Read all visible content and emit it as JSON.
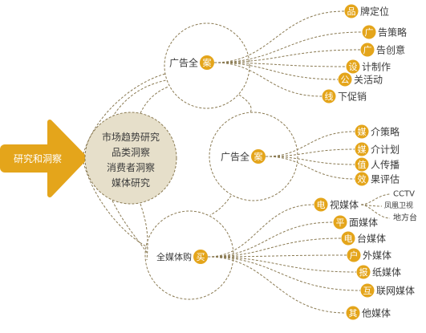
{
  "root": {
    "label": "研究和洞察"
  },
  "research": {
    "items": [
      "市场趋势研究",
      "品类洞察",
      "消费者洞察",
      "媒体研究"
    ]
  },
  "hubs": [
    {
      "prefix": "广告全",
      "badge": "案",
      "items": [
        {
          "badge": "品",
          "text": "牌定位"
        },
        {
          "badge": "广",
          "text": "告策略"
        },
        {
          "badge": "广",
          "text": "告创意"
        },
        {
          "badge": "设",
          "text": "计制作"
        },
        {
          "badge": "公",
          "text": "关活动"
        },
        {
          "badge": "线",
          "text": "下促销"
        }
      ]
    },
    {
      "prefix": "广告全",
      "badge": "案",
      "items": [
        {
          "badge": "媒",
          "text": "介策略"
        },
        {
          "badge": "媒",
          "text": "介计划"
        },
        {
          "badge": "值",
          "text": "人传播"
        },
        {
          "badge": "效",
          "text": "果评估"
        }
      ]
    },
    {
      "prefix": "全媒体购",
      "badge": "买",
      "items": [
        {
          "badge": "电",
          "text": "视媒体"
        },
        {
          "badge": "平",
          "text": "面媒体"
        },
        {
          "badge": "电",
          "text": "台媒体"
        },
        {
          "badge": "户",
          "text": "外媒体"
        },
        {
          "badge": "报",
          "text": "纸媒体"
        },
        {
          "badge": "互",
          "text": "联网媒体"
        },
        {
          "badge": "其",
          "text": "他媒体"
        }
      ]
    }
  ],
  "tv_channels": [
    "CCTV",
    "凤凰卫视",
    "地方台"
  ],
  "colors": {
    "accent": "#e4a51b",
    "line": "#8a7a52",
    "fill": "#e6dfca",
    "text": "#3b3b3b"
  }
}
